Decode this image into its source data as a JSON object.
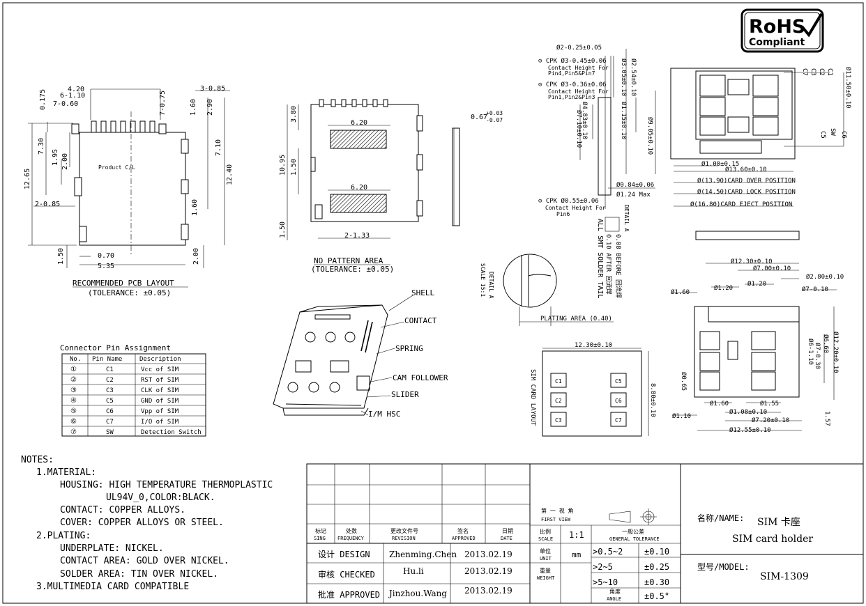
{
  "rohs": {
    "line1": "RoHS",
    "line2": "Compliant"
  },
  "pcb_layout": {
    "title": "RECOMMENDED PCB LAYOUT",
    "tolerance": "(TOLERANCE: ±0.05)",
    "label": "Product C/L",
    "dims": {
      "d0175": "0.175",
      "d420": "4.20",
      "d6_110": "6-1.10",
      "d7_060": "7-0.60",
      "d7_075": "7-0.75",
      "d3_085": "3-0.85",
      "d160a": "1.60",
      "d290": "2.90",
      "d710": "7.10",
      "d1240": "12.40",
      "d160b": "1.60",
      "d200r": "2.00",
      "d1265": "12.65",
      "d730": "7.30",
      "d195": "1.95",
      "d200l": "2.00",
      "d2_085": "2-0.85",
      "d070": "0.70",
      "d535": "5.35",
      "d150": "1.50"
    }
  },
  "no_pattern": {
    "title": "NO PATTERN AREA",
    "tolerance": "(TOLERANCE: ±0.05)",
    "dims": {
      "w1": "6.20",
      "w2": "6.20",
      "h380": "3.80",
      "h1095": "10.95",
      "h150a": "1.50",
      "h150b": "1.50",
      "d2_133": "2-1.33"
    }
  },
  "side_view": {
    "thk": "0.67",
    "tol_p": "+0.03",
    "tol_m": "-0.07"
  },
  "contact_heights": {
    "c1": "Ø2-0.25±0.05",
    "c2": "⊙ CPK Ø3-0.45±0.06",
    "c2_note1": "Contact Height For",
    "c2_note2": "Pin4,Pin5&Pin7",
    "c3": "⊙ CPK Ø3-0.36±0.06",
    "c3_note1": "Contact Height For",
    "c3_note2": "Pin1,Pin2&Pin3",
    "c4": "⊙ CPK Ø0.55±0.06",
    "c4_note1": "Contact Height For",
    "c4_note2": "Pin6",
    "v1": "Ø1.15±0.10",
    "v2": "Ø2.54±0.10",
    "v3": "Ø3.05±0.10",
    "v4": "Ø4.83±0.10",
    "v5": "Ø7.10±0.10",
    "v6": "Ø9.05±0.10",
    "v7": "Ø0.84±0.06",
    "v8": "Ø1.24 Max",
    "detail": "DETAIL A",
    "smt1": "ALL SMT SOLDER TAIL",
    "smt2": "0.10 AFTER 回流焊",
    "smt3": "0.08 BEFORE 回流焊"
  },
  "detail_a": {
    "label1": "DETAIL A",
    "label2": "SCALE 15:1",
    "plating": "PLATING AREA (0.40)"
  },
  "sim_layout": {
    "title": "SIM CARD LAYOUT",
    "w": "12.30±0.10",
    "h": "8.80±0.10",
    "pads": [
      "C1",
      "C2",
      "C3",
      "C5",
      "C6",
      "C7"
    ]
  },
  "top_view": {
    "dims": [
      "Ø1.00±0.15",
      "Ø13.60±0.10",
      "Ø(13.90)CARD OVER POSITION",
      "Ø(14.50)CARD LOCK POSITION",
      "Ø(16.80)CARD EJECT POSITION"
    ],
    "side": "Ø11.50±0.10",
    "pins": [
      "C7",
      "C3",
      "C2",
      "C1",
      "C5",
      "C6",
      "SW"
    ]
  },
  "bottom_view": {
    "dims": [
      "Ø12.30±0.10",
      "Ø7.00±0.10",
      "Ø2.80±0.10",
      "Ø1.60",
      "Ø1.20",
      "Ø1.20",
      "Ø7-0.10",
      "Ø6.60",
      "Ø12.20±0.10",
      "Ø6-1.10",
      "Ø7-0.30",
      "Ø0.65",
      "Ø1.60",
      "Ø1.55",
      "Ø1.08±0.10",
      "Ø7.20±0.10",
      "Ø12.55±0.10",
      "Ø1.10",
      "1.57"
    ]
  },
  "iso": {
    "shell": "SHELL",
    "contact": "CONTACT",
    "spring": "SPRING",
    "cam": "CAM FOLLOWER",
    "slider": "SLIDER",
    "hsc": "I/M HSC"
  },
  "pin_table": {
    "title": "Connector Pin Assignment",
    "headers": [
      "No.",
      "Pin Name",
      "Description"
    ],
    "rows": [
      {
        "no": "①",
        "name": "C1",
        "desc": "Vcc of SIM"
      },
      {
        "no": "②",
        "name": "C2",
        "desc": "RST of SIM"
      },
      {
        "no": "③",
        "name": "C3",
        "desc": "CLK of SIM"
      },
      {
        "no": "④",
        "name": "C5",
        "desc": "GND of SIM"
      },
      {
        "no": "⑤",
        "name": "C6",
        "desc": "Vpp of SIM"
      },
      {
        "no": "⑥",
        "name": "C7",
        "desc": "I/O of SIM"
      },
      {
        "no": "⑦",
        "name": "SW",
        "desc": "Detection Switch"
      }
    ]
  },
  "notes": {
    "head": "NOTES:",
    "lines": [
      "1.MATERIAL:",
      "HOUSING: HIGH TEMPERATURE THERMOPLASTIC",
      "UL94V_0,COLOR:BLACK.",
      "CONTACT: COPPER ALLOYS.",
      "COVER: COPPER ALLOYS OR STEEL.",
      "2.PLATING:",
      "UNDERPLATE: NICKEL.",
      "CONTACT AREA: GOLD OVER NICKEL.",
      "SOLDER AREA: TIN OVER NICKEL.",
      "3.MULTIMEDIA CARD COMPATIBLE"
    ]
  },
  "title_block": {
    "rev_headers": {
      "mark_cn": "标记",
      "mark_en": "SING",
      "count_cn": "处数",
      "count_en": "FREQUENCY",
      "doc_cn": "更改文件号",
      "doc_en": "REVISION",
      "sign_cn": "签名",
      "sign_en": "APPROVED",
      "date_cn": "日期",
      "date_en": "DATE"
    },
    "view_cn": "第 一 视 角",
    "view_en": "FIRST VIEW",
    "scale_cn": "比例",
    "scale_en": "SCALE",
    "scale_val": "1:1",
    "tol_cn": "一般公差",
    "tol_en": "GENERAL TOLERANCE",
    "unit_cn": "单位",
    "unit_en": "UNIT",
    "unit_val": "mm",
    "weight_cn": "重量",
    "weight_en": "WEIGHT",
    "angle_cn": "角度",
    "angle_en": "ANGLE",
    "tol_rows": [
      {
        "range": ">0.5~2",
        "tol": "±0.10"
      },
      {
        "range": ">2~5",
        "tol": "±0.25"
      },
      {
        "range": ">5~10",
        "tol": "±0.30"
      },
      {
        "range": "",
        "tol": "±0.5°"
      }
    ],
    "roles": [
      {
        "role": "设计 DESIGN",
        "name": "Zhenming.Chen",
        "date": "2013.02.19"
      },
      {
        "role": "审核 CHECKED",
        "name": "Hu.li",
        "date": "2013.02.19"
      },
      {
        "role": "批准 APPROVED",
        "name": "Jinzhou.Wang",
        "date": "2013.02.19"
      }
    ],
    "name_label": "名称/NAME:",
    "name_cn": "SIM 卡座",
    "name_en": "SIM card holder",
    "model_label": "型号/MODEL:",
    "model": "SIM-1309"
  }
}
